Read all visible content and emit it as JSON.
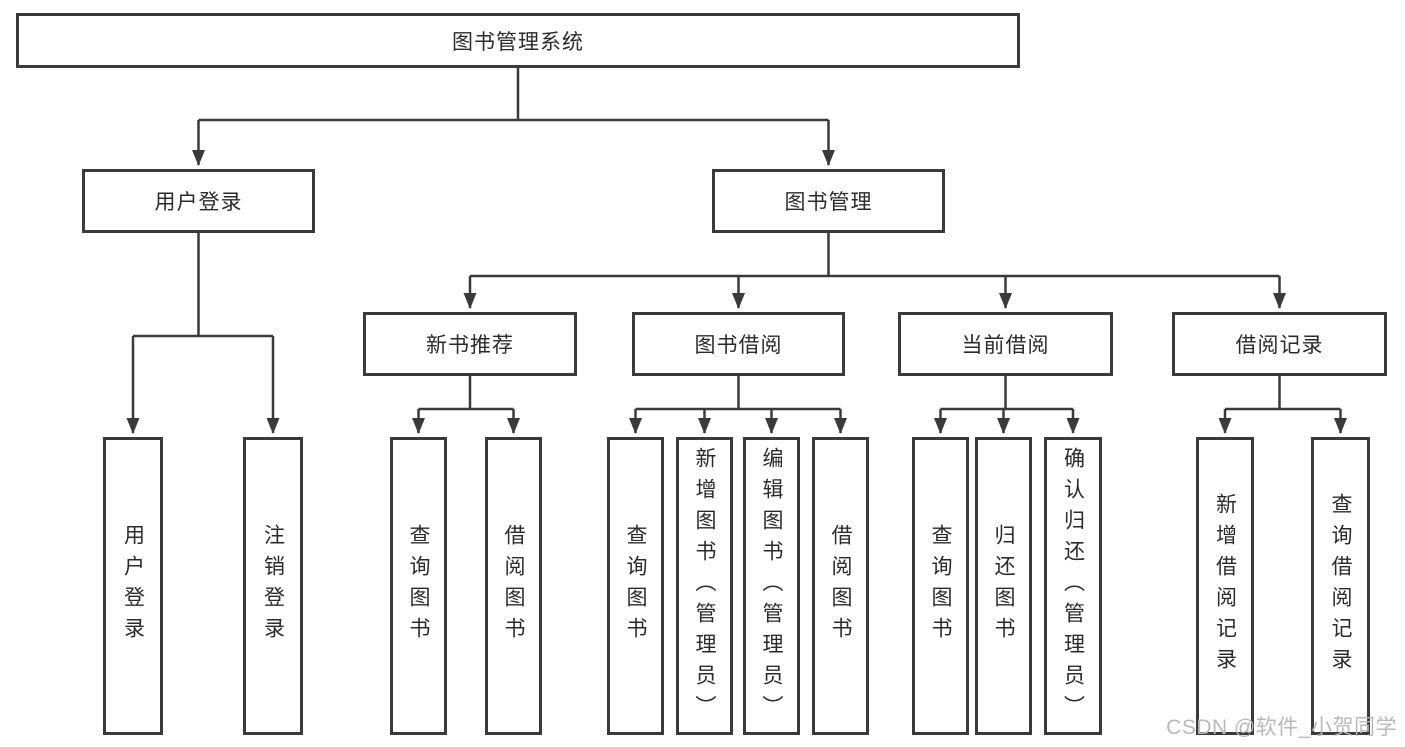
{
  "nodes": {
    "root": "图书管理系统",
    "user_login": "用户登录",
    "book_management": "图书管理",
    "new_book_recommend": "新书推荐",
    "book_borrowing": "图书借阅",
    "current_borrowing": "当前借阅",
    "borrowing_records": "借阅记录",
    "login_user_login": "用户登录",
    "login_logout": "注销登录",
    "recommend_query_book": "查询图书",
    "recommend_borrow_book": "借阅图书",
    "borrow_query_book": "查询图书",
    "borrow_add_book": "新增图书（管理员）",
    "borrow_edit_book": "编辑图书（管理员）",
    "borrow_borrow_book": "借阅图书",
    "current_query_book": "查询图书",
    "current_return_book": "归还图书",
    "current_confirm_return": "确认归还（管理员）",
    "record_add_record": "新增借阅记录",
    "record_query_record": "查询借阅记录"
  },
  "watermark": "CSDN @软件_小贺同学",
  "colors": {
    "line": "#3a3a3a",
    "box_border": "#3a3a3a",
    "text": "#2b2b2b",
    "watermark_text": "#b9b9b9",
    "background": "#ffffff"
  }
}
